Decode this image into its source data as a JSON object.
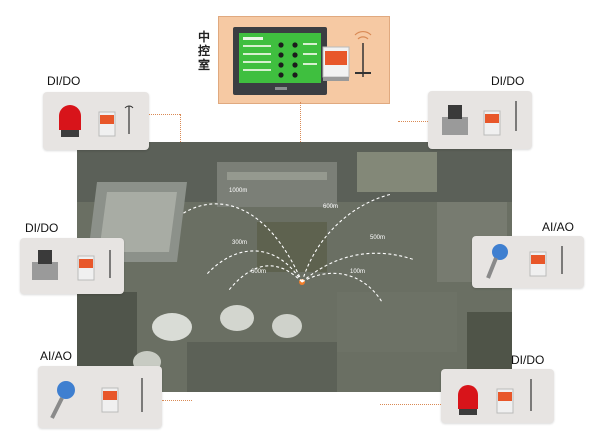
{
  "control_room": {
    "label": "中控室"
  },
  "nodes": {
    "top_left": {
      "label": "DI/DO"
    },
    "mid_left": {
      "label": "DI/DO"
    },
    "bottom_left": {
      "label": "AI/AO"
    },
    "top_right": {
      "label": "DI/DO"
    },
    "mid_right": {
      "label": "AI/AO"
    },
    "bottom_right": {
      "label": "DI/DO"
    }
  },
  "distances": [
    "1000m",
    "300m",
    "600m",
    "600m",
    "500m",
    "100m"
  ],
  "colors": {
    "connector": "#d98a55",
    "control_room_bg": "#f6c9a3",
    "panel_bg": "#e7e4e2",
    "hmi_screen": "#3fbf3f",
    "module": "#e8572a",
    "beacon": "#d8141a"
  }
}
